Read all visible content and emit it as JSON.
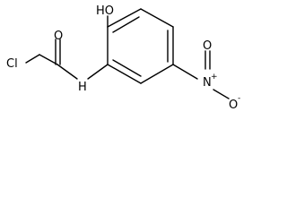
{
  "molecule": {
    "name": "2-chloro-N-(2-hydroxy-5-nitrophenyl)acetamide",
    "atom_color": "#000000",
    "bond_color": "#000000",
    "labels": {
      "chlorine": "Cl",
      "carbonyl_oxygen": "O",
      "amide_nitrogen": "H",
      "hydroxyl": "HO",
      "nitro_nitrogen": "N",
      "nitro_nitrogen_charge": "+",
      "nitro_oxygen_upper": "O",
      "nitro_oxygen_lower": "O",
      "nitro_oxygen_lower_charge": "-"
    }
  }
}
